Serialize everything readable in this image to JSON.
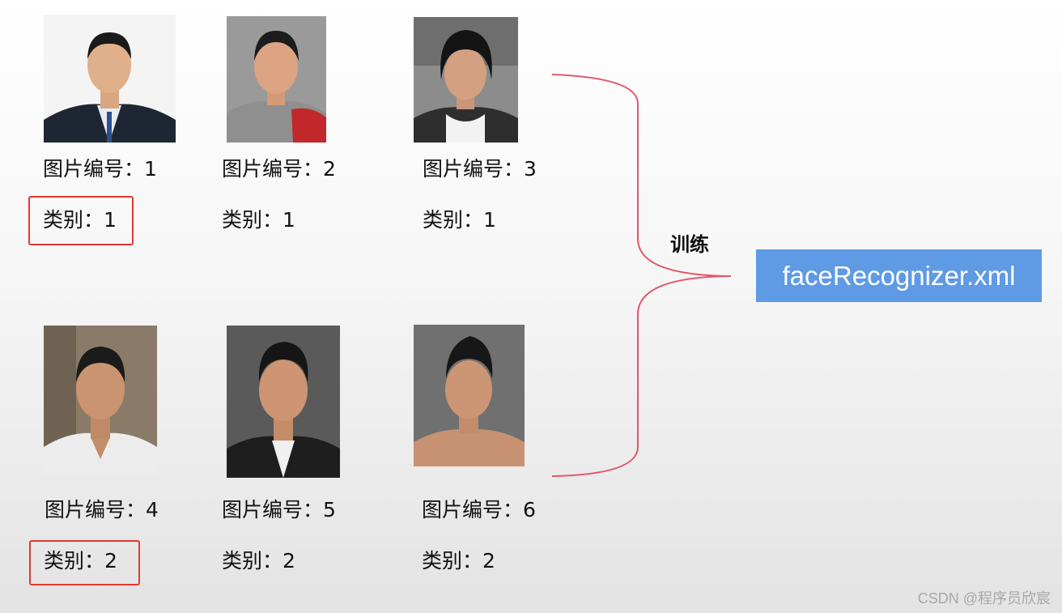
{
  "left_group": {
    "photos": [
      {
        "icon": "portrait-photo",
        "id_label": "图片编号：1",
        "class_label": "类别：1",
        "highlighted": true
      },
      {
        "icon": "portrait-photo",
        "id_label": "图片编号：2",
        "class_label": "类别：1",
        "highlighted": false
      },
      {
        "icon": "portrait-photo",
        "id_label": "图片编号：3",
        "class_label": "类别：1",
        "highlighted": false
      },
      {
        "icon": "portrait-photo",
        "id_label": "图片编号：4",
        "class_label": "类别：2",
        "highlighted": true
      },
      {
        "icon": "portrait-photo",
        "id_label": "图片编号：5",
        "class_label": "类别：2",
        "highlighted": false
      },
      {
        "icon": "portrait-photo",
        "id_label": "图片编号：6",
        "class_label": "类别：2",
        "highlighted": false
      }
    ]
  },
  "training": {
    "label": "训练",
    "brace_color": "#e3566d"
  },
  "output": {
    "file_label": "faceRecognizer.xml",
    "box_color": "#5f9ae5"
  },
  "watermark": "CSDN @程序员欣宸",
  "colors": {
    "highlight_border": "#e03a32"
  }
}
